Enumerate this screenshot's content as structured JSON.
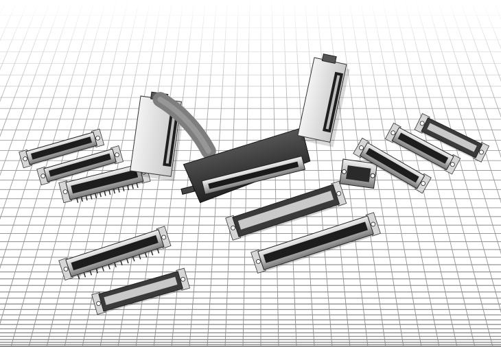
{
  "photo": {
    "subject": "",
    "background": "grid-surface",
    "tone": "grayscale"
  },
  "connectors": [
    {
      "kind": "d-sub",
      "finish": "dark"
    },
    {
      "kind": "d-sub",
      "finish": "dark"
    },
    {
      "kind": "d-sub",
      "finish": "light"
    },
    {
      "kind": "ribbon",
      "finish": "light"
    },
    {
      "kind": "ribbon",
      "finish": "dark"
    },
    {
      "kind": "hood",
      "finish": "light"
    },
    {
      "kind": "cable-plug",
      "finish": "dark"
    },
    {
      "kind": "hood",
      "finish": "light"
    },
    {
      "kind": "ribbon",
      "finish": "dark"
    },
    {
      "kind": "ribbon",
      "finish": "light"
    },
    {
      "kind": "small",
      "finish": "light"
    },
    {
      "kind": "d-sub",
      "finish": "light"
    },
    {
      "kind": "d-sub",
      "finish": "light"
    },
    {
      "kind": "d-sub",
      "finish": "dark"
    }
  ]
}
